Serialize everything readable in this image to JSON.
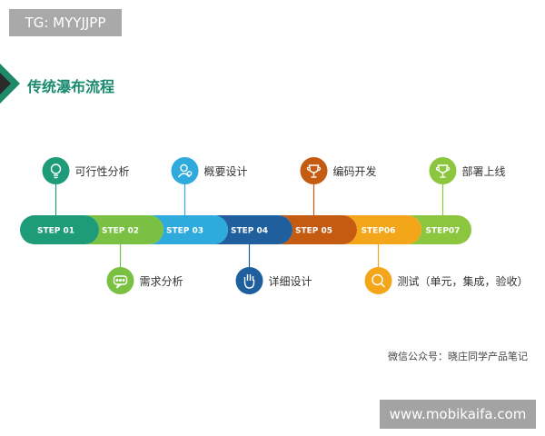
{
  "header": {
    "tag": "TG: MYYJJPP",
    "title": "传统瀑布流程"
  },
  "steps": [
    {
      "label": "STEP 01",
      "name": "可行性分析",
      "icon": "lightbulb-icon",
      "color": "#1e9b78",
      "position": "top"
    },
    {
      "label": "STEP 02",
      "name": "需求分析",
      "icon": "chat-bubble-icon",
      "color": "#7ac143",
      "position": "bottom"
    },
    {
      "label": "STEP 03",
      "name": "概要设计",
      "icon": "user-group-icon",
      "color": "#2eaadc",
      "position": "top"
    },
    {
      "label": "STEP 04",
      "name": "详细设计",
      "icon": "hand-icon",
      "color": "#1f5f9e",
      "position": "bottom"
    },
    {
      "label": "STEP 05",
      "name": "编码开发",
      "icon": "trophy-icon",
      "color": "#c55a11",
      "position": "top"
    },
    {
      "label": "STEP06",
      "name": "测试（单元，集成，验收）",
      "icon": "search-icon",
      "color": "#f4a61b",
      "position": "bottom"
    },
    {
      "label": "STEP07",
      "name": "部署上线",
      "icon": "trophy-icon",
      "color": "#8cc63f",
      "position": "top"
    }
  ],
  "footer": {
    "credit": "微信公众号：晓庄同学产品笔记",
    "watermark": "www.mobikaifa.com"
  }
}
